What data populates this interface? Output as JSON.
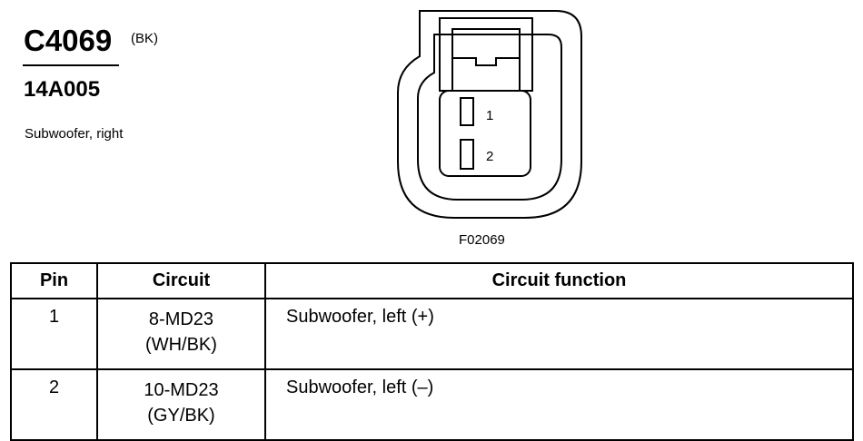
{
  "header": {
    "connector_id": "C4069",
    "color_code": "(BK)",
    "part_number": "14A005",
    "description": "Subwoofer, right"
  },
  "connector_face": {
    "pins": [
      {
        "number": "1"
      },
      {
        "number": "2"
      }
    ],
    "figure_id": "F02069"
  },
  "table": {
    "headers": {
      "pin": "Pin",
      "circuit": "Circuit",
      "function": "Circuit function"
    },
    "rows": [
      {
        "pin": "1",
        "circuit": "8-MD23",
        "wire_color": "(WH/BK)",
        "function": "Subwoofer, left (+)"
      },
      {
        "pin": "2",
        "circuit": "10-MD23",
        "wire_color": "(GY/BK)",
        "function": "Subwoofer, left (–)"
      }
    ]
  }
}
